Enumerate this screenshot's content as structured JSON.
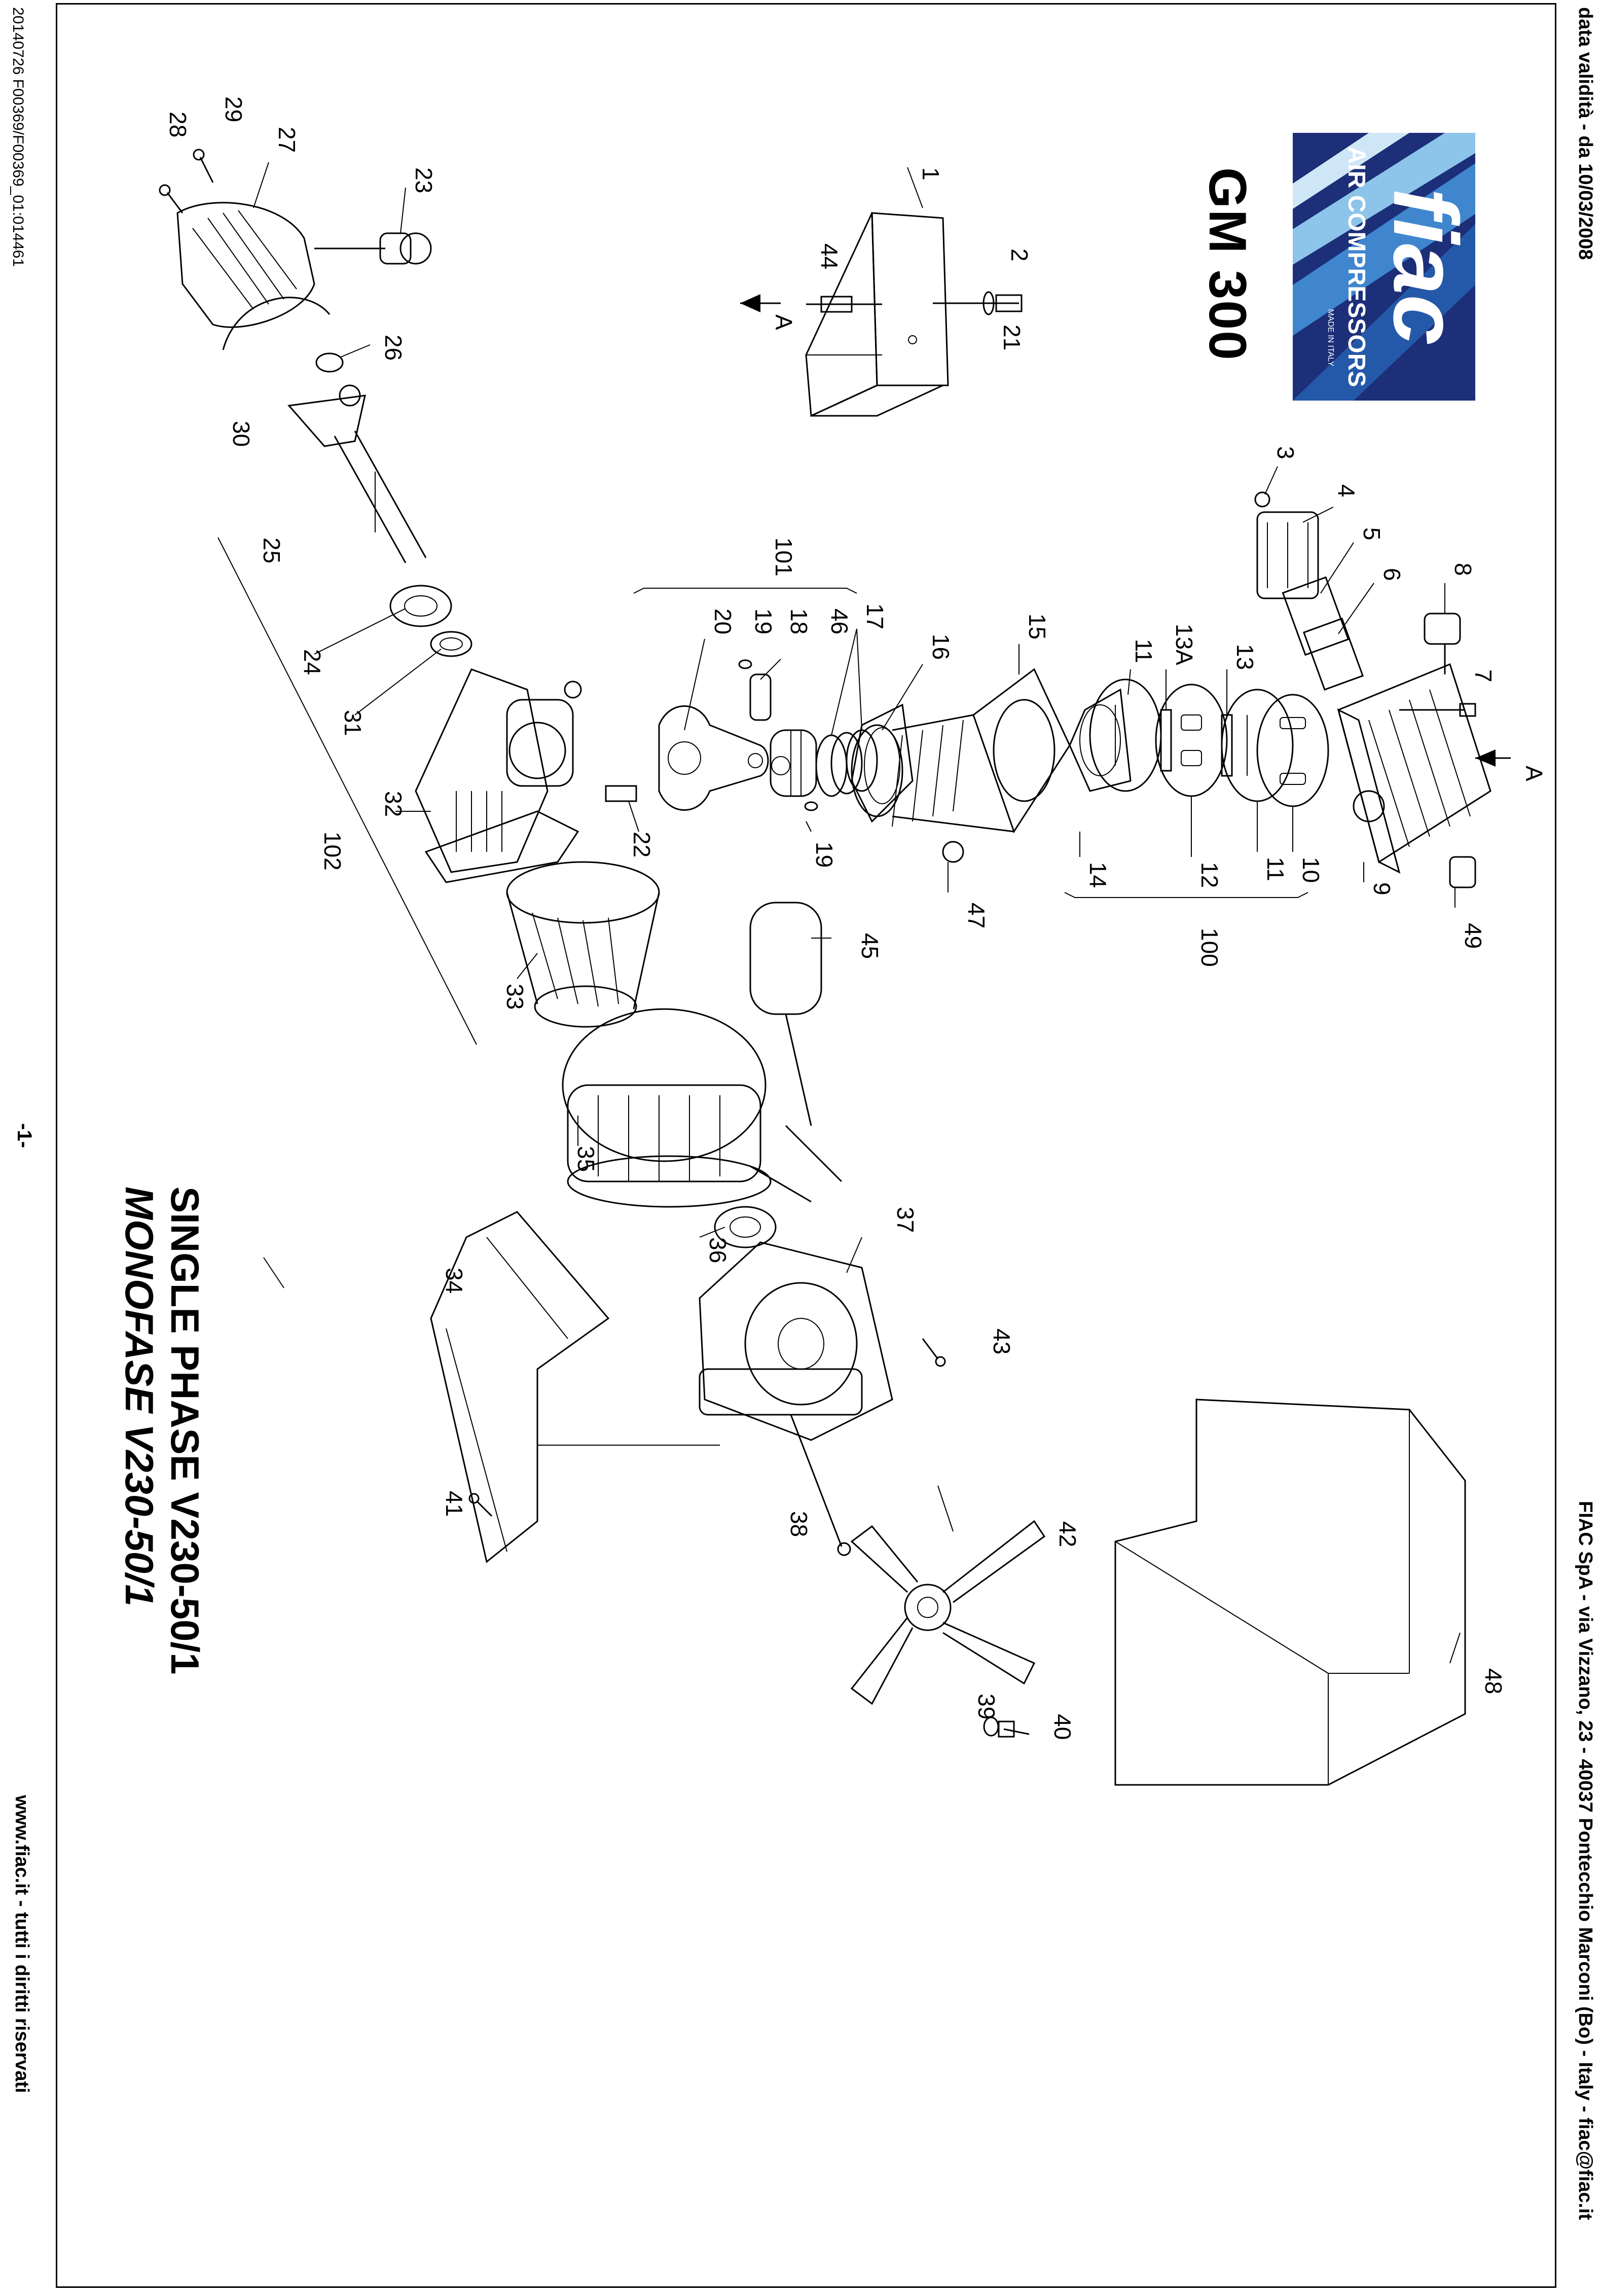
{
  "header": {
    "validity": "data validità - da 10/03/2008",
    "company": "FIAC SpA - via Vizzano, 23 - 40037 Pontecchio Marconi (Bo) - Italy - fiac@fiac.it"
  },
  "footer": {
    "website": "www.fiac.it - tutti i diritti riservati",
    "page": "-1-",
    "doc_code": "20140726 F00369/F00369_01:014461"
  },
  "logo": {
    "brand": "fiac",
    "subtitle": "AIR COMPRESSORS",
    "tag": "MADE IN ITALY"
  },
  "model": "GM 300",
  "phase": {
    "en": "SINGLE PHASE V230-50/1",
    "it": "MONOFASE V230-50/1"
  },
  "direction_label": "A",
  "callouts": {
    "p1": "1",
    "p2": "2",
    "p3": "3",
    "p4": "4",
    "p5": "5",
    "p6": "6",
    "p7": "7",
    "p8": "8",
    "p9": "9",
    "p10": "10",
    "p11a": "11",
    "p11b": "11",
    "p12": "12",
    "p13": "13",
    "p13A": "13A",
    "p14": "14",
    "p15": "15",
    "p16": "16",
    "p17": "17",
    "p18": "18",
    "p19a": "19",
    "p19b": "19",
    "p20": "20",
    "p21": "21",
    "p22": "22",
    "p23": "23",
    "p24": "24",
    "p25": "25",
    "p26": "26",
    "p27": "27",
    "p28": "28",
    "p29": "29",
    "p30": "30",
    "p31": "31",
    "p32": "32",
    "p33": "33",
    "p34": "34",
    "p35": "35",
    "p36": "36",
    "p37": "37",
    "p38": "38",
    "p39": "39",
    "p40": "40",
    "p41": "41",
    "p42": "42",
    "p43": "43",
    "p44": "44",
    "p45": "45",
    "p46": "46",
    "p47": "47",
    "p48": "48",
    "p49": "49",
    "p100": "100",
    "p101": "101",
    "p102": "102"
  },
  "colors": {
    "logo_bg": "#1c2f78",
    "stripe_1": "#2458a8",
    "stripe_2": "#3f86cf",
    "stripe_3": "#8cc4ea",
    "stripe_4": "#cfe6f6",
    "ink": "#000000"
  }
}
